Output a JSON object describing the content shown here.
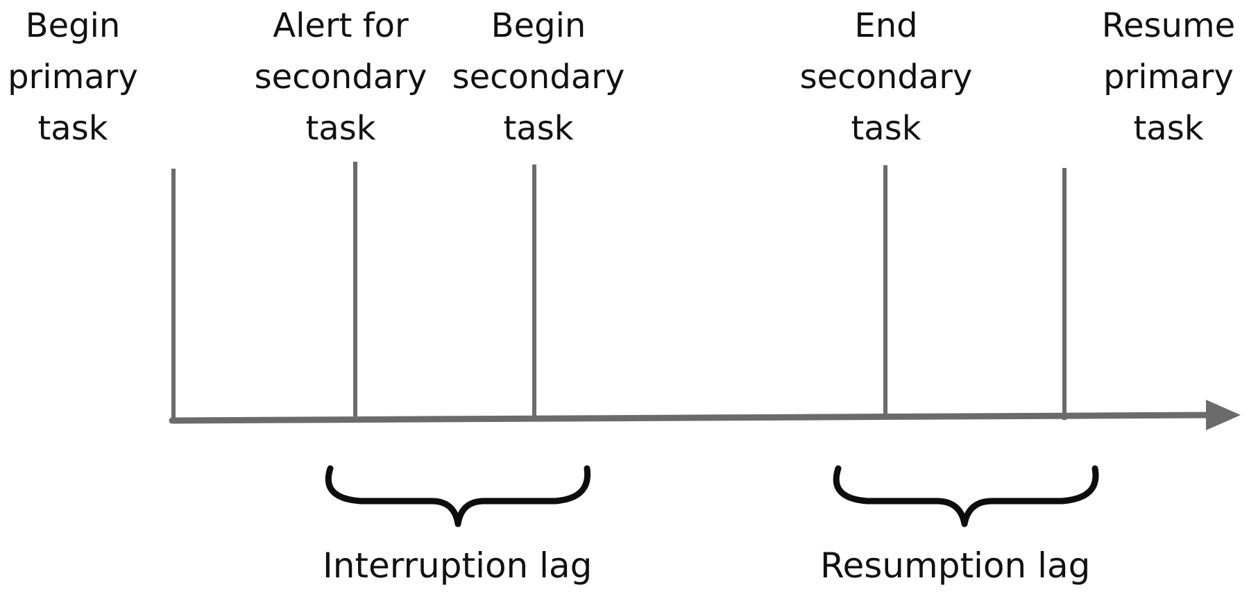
{
  "events": [
    {
      "id": "begin-primary",
      "lines": [
        "Begin",
        "primary",
        "task"
      ]
    },
    {
      "id": "alert-secondary",
      "lines": [
        "Alert for",
        "secondary",
        "task"
      ]
    },
    {
      "id": "begin-secondary",
      "lines": [
        "Begin",
        "secondary",
        "task"
      ]
    },
    {
      "id": "end-secondary",
      "lines": [
        "End",
        "secondary",
        "task"
      ]
    },
    {
      "id": "resume-primary",
      "lines": [
        "Resume",
        "primary",
        "task"
      ]
    }
  ],
  "intervals": {
    "interruption_lag": "Interruption lag",
    "resumption_lag": "Resumption lag"
  },
  "colors": {
    "timeline": "#6b6b6b",
    "brace": "#0d0d0d",
    "text": "#111111"
  }
}
